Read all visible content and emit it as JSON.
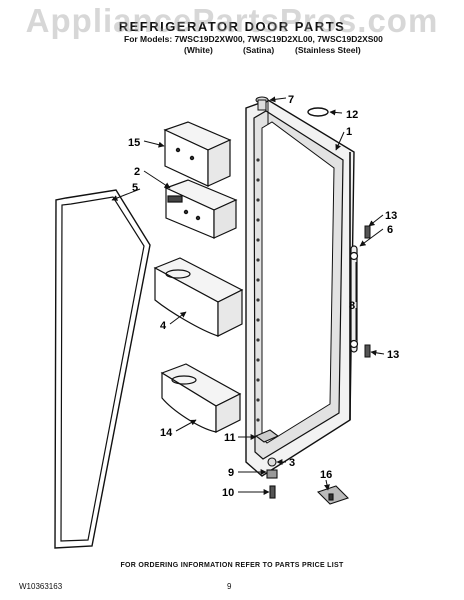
{
  "watermark": "AppliancePartsPros.com",
  "header": {
    "title": "REFRIGERATOR DOOR PARTS",
    "models": "For Models: 7WSC19D2XW00, 7WSC19D2XL00, 7WSC19D2XS00",
    "variants": [
      "(White)",
      "(Satina)",
      "(Stainless Steel)"
    ]
  },
  "callouts": [
    "7",
    "12",
    "15",
    "1",
    "2",
    "5",
    "13",
    "6",
    "8",
    "4",
    "13",
    "14",
    "11",
    "3",
    "9",
    "16",
    "10"
  ],
  "footer": {
    "note": "FOR ORDERING INFORMATION REFER TO PARTS PRICE LIST",
    "doc_number": "W10363163",
    "page_number": "9"
  }
}
